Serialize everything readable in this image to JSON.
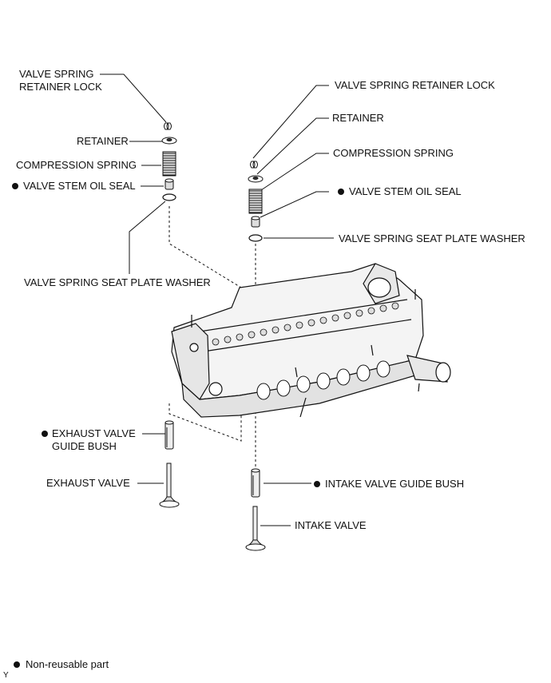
{
  "left_parts": {
    "retainer_lock_line1": "VALVE SPRING",
    "retainer_lock_line2": "RETAINER LOCK",
    "retainer": "RETAINER",
    "compression_spring": "COMPRESSION SPRING",
    "stem_oil_seal": "VALVE STEM OIL SEAL",
    "seat_plate_washer": "VALVE SPRING SEAT PLATE WASHER",
    "guide_bush_line1": "EXHAUST VALVE",
    "guide_bush_line2": "GUIDE BUSH",
    "valve": "EXHAUST VALVE"
  },
  "right_parts": {
    "retainer_lock": "VALVE SPRING RETAINER LOCK",
    "retainer": "RETAINER",
    "compression_spring": "COMPRESSION SPRING",
    "stem_oil_seal": "VALVE STEM OIL SEAL",
    "seat_plate_washer": "VALVE SPRING SEAT PLATE WASHER",
    "guide_bush": "INTAKE VALVE GUIDE BUSH",
    "valve": "INTAKE VALVE"
  },
  "legend": {
    "non_reusable": "Non-reusable part"
  },
  "footer_code": "Y"
}
